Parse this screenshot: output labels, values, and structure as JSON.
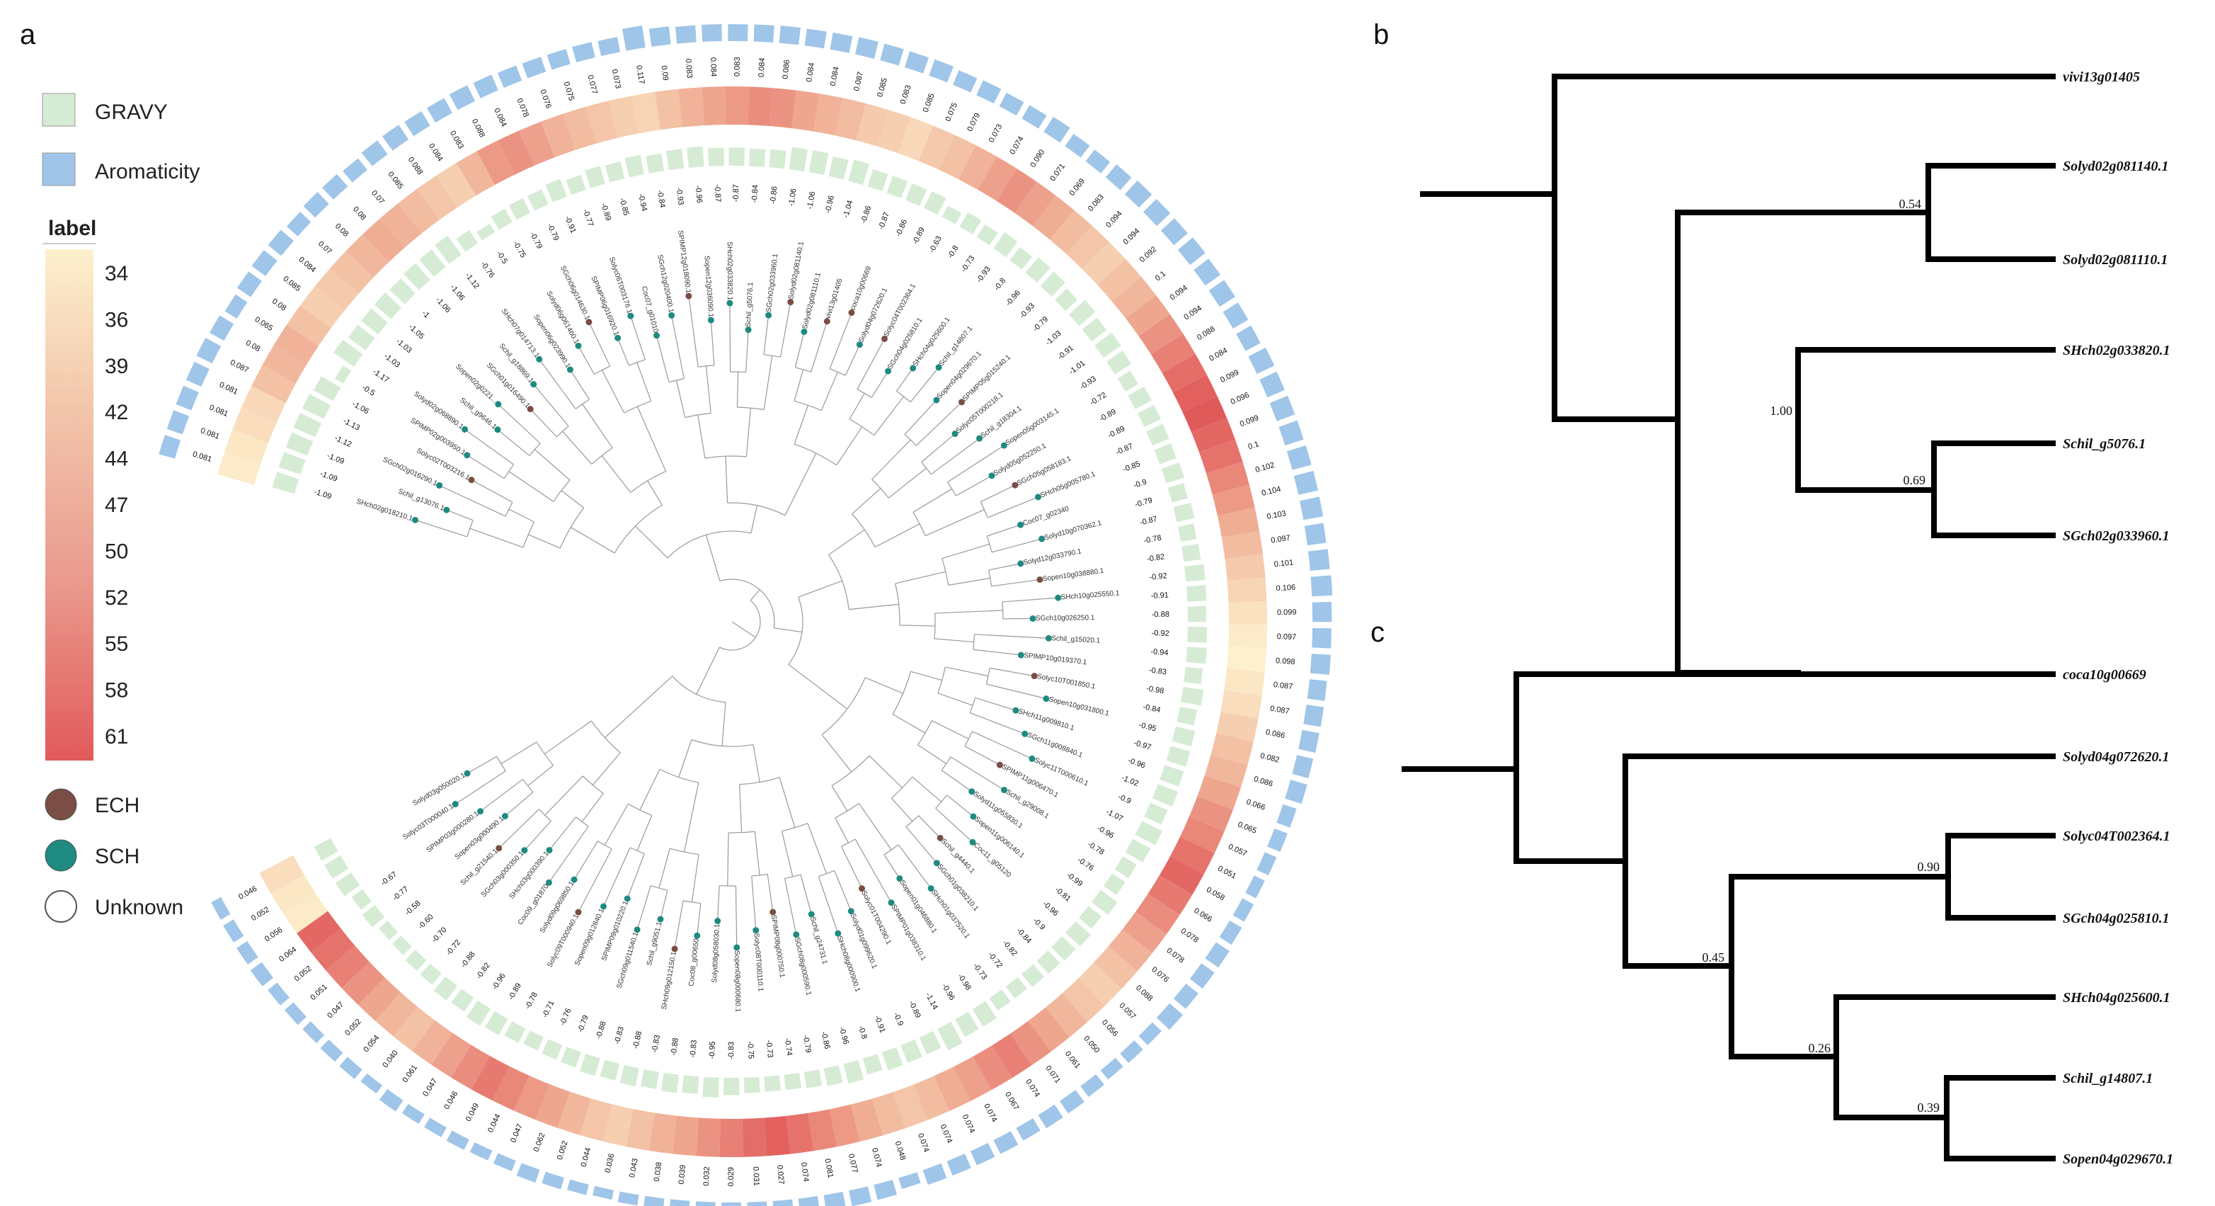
{
  "panels": {
    "a": "a",
    "b": "b",
    "c": "c"
  },
  "legend": {
    "gravy": "GRAVY",
    "aromaticity": "Aromaticity",
    "label_title": "label",
    "color_ticks": [
      "34",
      "36",
      "39",
      "42",
      "44",
      "47",
      "50",
      "52",
      "55",
      "58",
      "61"
    ],
    "points": [
      {
        "name": "ECH",
        "color": "#7a4e45"
      },
      {
        "name": "SCH",
        "color": "#1e8a80"
      },
      {
        "name": "Unknown",
        "color": "#ffffff"
      }
    ]
  },
  "colors": {
    "gravy": "#d6ebd4",
    "aromaticity": "#9fc5e8",
    "label_low": "#fdf0cc",
    "label_high": "#e15a5a",
    "ech": "#7a4e45",
    "sch": "#1e8a80"
  },
  "circular_tree": {
    "tips": [
      "SHch02g018210.1",
      "Schil_g13076.1",
      "SGch02g016290.1",
      "Solyc02T003216.1",
      "SPIMP02g003950.1",
      "Solyd02g068890.1",
      "Schil_g9646.1",
      "Sopen02g0221...",
      "SGch01g016490.1",
      "Schil_g18869.1",
      "SHch07g014713.1",
      "Sopen06g023990.1",
      "Solyd06g061460.1",
      "SGch06g014630.1",
      "SPIMP06g016920.1",
      "Solyc06T003176.1",
      "Coc07_g01010",
      "SGch12g020400.1",
      "SPIMP12g018090.1",
      "Sopen12g036090.1",
      "SHch02g033820.1",
      "Schil_g5076.1",
      "SGch02g033960.1",
      "Solyd02g081140.1",
      "Solyd02g081110.1",
      "vivi13g01405",
      "coca10g00669",
      "Solyd04g072620.1",
      "Solyc04T002364.1",
      "SGch04g025810.1",
      "SHch04g025600.1",
      "Schil_g14807.1",
      "Sopen04g029670.1",
      "SPIMP05g015240.1",
      "Solyc05T000218.1",
      "Schil_g18304.1",
      "Sopen05g003145.1",
      "Solyd05g052250.1",
      "SGch05g058183.1",
      "SHch05g005780.1",
      "Coc07_g02340",
      "Solyd10g070362.1",
      "Solyd12g033790.1",
      "Sopen10g038880.1",
      "SHch10g025550.1",
      "SGch10g026250.1",
      "Schil_g15020.1",
      "SPIMP10g019370.1",
      "Solyc10T001850.1",
      "Sopen10g031800.1",
      "SHch11g009810.1",
      "SGch11g008840.1",
      "Solyc11T000610.1",
      "SPIMP11g006470.1",
      "Schil_g29008.1",
      "Solyd11g055830.1",
      "Sopen11g006140.1",
      "Coc11_g05120",
      "Schil_g4440.1",
      "SGch01g038210.1",
      "SHch01g037520.1",
      "Sopen01g046880.1",
      "SPIMP01g038310.1",
      "Solyc01T004290.1",
      "Solyd01g099620.1",
      "SHch08g000900.1",
      "Schil_g24731.1",
      "SGch08g000590.1",
      "SPIMP08g000750.1",
      "Solyc08T000110.1",
      "Sopen08g000680.1",
      "Solyd08g058030.1",
      "Coc08_g00650",
      "SHch09g012150.1",
      "Schil_g9051.1",
      "SGch09g011540.1",
      "SPIMP09g010220.1",
      "Sopen09g012840.1",
      "Solyc09T000940.1",
      "Solyd09g069850.1",
      "Coc09_g01870",
      "SHch03g000390.1",
      "SGch03g000350.1",
      "Schil_g21540.1",
      "Sopen03g000490.1",
      "SPIMP03g000280.1",
      "Solyc03T000040.1",
      "Solyd03g050020.1"
    ],
    "gravy": [
      "-1.09",
      "-1.09",
      "-1.09",
      "-1.12",
      "-1.13",
      "-1.06",
      "-0.5",
      "-1.17",
      "-1.03",
      "-1.03",
      "-1.05",
      "-1",
      "-1.06",
      "-1.06",
      "-1.12",
      "-0.76",
      "-0.5",
      "-0.75",
      "-0.79",
      "-0.79",
      "-0.91",
      "-0.77",
      "-0.89",
      "-0.85",
      "-0.94",
      "-0.84",
      "-0.93",
      "-0.96",
      "-0.87",
      "-0.87",
      "-0.84",
      "-0.86",
      "-1.06",
      "-1.06",
      "-0.96",
      "-1.04",
      "-0.86",
      "-0.87",
      "-0.86",
      "-0.89",
      "-0.63",
      "-0.8",
      "-0.73",
      "-0.93",
      "-0.8",
      "-0.96",
      "-0.93",
      "-0.79",
      "-1.03",
      "-0.91",
      "-1.01",
      "-0.93",
      "-0.72",
      "-0.89",
      "-0.89",
      "-0.87",
      "-0.85",
      "-0.9",
      "-0.79",
      "-0.87",
      "-0.78",
      "-0.82",
      "-0.92",
      "-0.91",
      "-0.88",
      "-0.92",
      "-0.94",
      "-0.83",
      "-0.98",
      "-0.84",
      "-0.95",
      "-0.97",
      "-0.96",
      "-1.02",
      "-0.9",
      "-1.07",
      "-0.96",
      "-0.78",
      "-0.76",
      "-0.99",
      "-0.81",
      "-0.96",
      "-0.9",
      "-0.84",
      "-0.82",
      "-0.72",
      "-0.73",
      "-0.98",
      "-0.96",
      "-1.14",
      "-0.89",
      "-0.9",
      "-0.91",
      "-0.8",
      "-0.96",
      "-0.86",
      "-0.79",
      "-0.74",
      "-0.73",
      "-0.75",
      "-0.83",
      "-0.95",
      "-0.83",
      "-0.88",
      "-0.83",
      "-0.88",
      "-0.83",
      "-0.88",
      "-0.79",
      "-0.76",
      "-0.71",
      "-0.78",
      "-0.89",
      "-0.96",
      "-0.82",
      "-0.88",
      "-0.72",
      "-0.70",
      "-0.60",
      "-0.58",
      "-0.77",
      "-0.67"
    ],
    "aromaticity": [
      "0.081",
      "0.081",
      "0.081",
      "0.081",
      "0.087",
      "0.08",
      "0.065",
      "0.08",
      "0.085",
      "0.084",
      "0.07",
      "0.08",
      "0.08",
      "0.07",
      "0.085",
      "0.088",
      "0.084",
      "0.083",
      "0.088",
      "0.084",
      "0.078",
      "0.076",
      "0.075",
      "0.077",
      "0.073",
      "0.117",
      "0.09",
      "0.083",
      "0.084",
      "0.083",
      "0.084",
      "0.086",
      "0.084",
      "0.084",
      "0.087",
      "0.085",
      "0.083",
      "0.085",
      "0.075",
      "0.079",
      "0.073",
      "0.074",
      "0.090",
      "0.071",
      "0.069",
      "0.083",
      "0.094",
      "0.094",
      "0.092",
      "0.1",
      "0.094",
      "0.094",
      "0.088",
      "0.084",
      "0.099",
      "0.096",
      "0.099",
      "0.1",
      "0.102",
      "0.104",
      "0.103",
      "0.097",
      "0.101",
      "0.106",
      "0.099",
      "0.097",
      "0.098",
      "0.087",
      "0.087",
      "0.086",
      "0.082",
      "0.086",
      "0.066",
      "0.065",
      "0.057",
      "0.051",
      "0.058",
      "0.066",
      "0.078",
      "0.078",
      "0.076",
      "0.088",
      "0.057",
      "0.056",
      "0.050",
      "0.061",
      "0.071",
      "0.074",
      "0.067",
      "0.074",
      "0.074",
      "0.074",
      "0.074",
      "0.048",
      "0.074",
      "0.077",
      "0.081",
      "0.074",
      "0.027",
      "0.031",
      "0.029",
      "0.032",
      "0.039",
      "0.038",
      "0.043",
      "0.036",
      "0.044",
      "0.052",
      "0.062",
      "0.047",
      "0.044",
      "0.049",
      "0.046",
      "0.047",
      "0.061",
      "0.040",
      "0.054",
      "0.052",
      "0.047",
      "0.051",
      "0.052",
      "0.064",
      "0.056",
      "0.052",
      "0.046"
    ],
    "label_values": [
      35,
      36,
      38,
      39,
      44,
      46,
      47,
      44,
      41,
      42,
      44,
      46,
      48,
      47,
      45,
      43,
      41,
      46,
      51,
      52,
      50,
      47,
      45,
      43,
      41,
      40,
      44,
      47,
      49,
      51,
      53,
      52,
      49,
      47,
      45,
      42,
      41,
      39,
      42,
      44,
      47,
      50,
      52,
      50,
      48,
      45,
      43,
      41,
      44,
      46,
      49,
      52,
      55,
      58,
      60,
      61,
      59,
      57,
      54,
      51,
      48,
      45,
      42,
      40,
      37,
      35,
      34,
      36,
      38,
      41,
      44,
      46,
      49,
      52,
      54,
      57,
      59,
      56,
      53,
      50,
      47,
      44,
      41,
      43,
      46,
      49,
      52,
      55,
      53,
      50,
      48,
      45,
      43,
      45,
      48,
      51,
      54,
      57,
      60,
      58,
      55,
      52,
      49,
      47,
      44,
      41,
      43,
      46,
      49,
      51,
      54,
      56,
      53,
      50,
      47,
      44,
      46,
      49,
      52,
      55,
      57,
      59
    ]
  },
  "tree_b": {
    "tips": [
      "vivi13g01405",
      "Solyd02g081140.1",
      "Solyd02g081110.1",
      "SHch02g033820.1",
      "Schil_g5076.1",
      "SGch02g033960.1"
    ],
    "bootstrap": [
      "0.54",
      "1.00",
      "0.69"
    ]
  },
  "tree_c": {
    "tips": [
      "coca10g00669",
      "Solyd04g072620.1",
      "Solyc04T002364.1",
      "SGch04g025810.1",
      "SHch04g025600.1",
      "Schil_g14807.1",
      "Sopen04g029670.1"
    ],
    "bootstrap": [
      "0.90",
      "0.45",
      "0.26",
      "0.39"
    ]
  }
}
